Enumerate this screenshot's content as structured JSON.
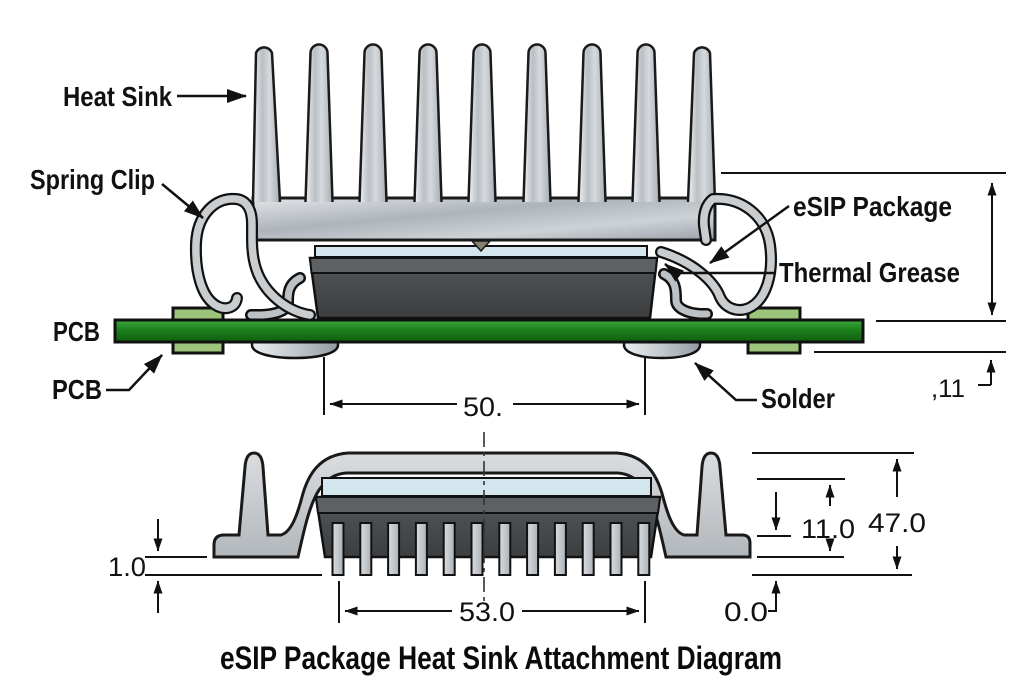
{
  "title": "eSIP Package Heat Sink Attachment Diagram",
  "top_view": {
    "labels": {
      "heat_sink": "Heat Sink",
      "spring_clip": "Spring Clip",
      "esip_package": "eSIP Package",
      "thermal_grease": "Thermal Grease",
      "pcb_board": "PCB",
      "pcb_pad": "PCB",
      "solder": "Solder"
    },
    "dimensions": {
      "package_width": "50.",
      "board_offset": ",11"
    }
  },
  "cross_section": {
    "dimensions": {
      "clip_standoff": "1.0",
      "lead_span": "53.0",
      "body_height": "11.0",
      "overall_height": "47.0",
      "datum": "0.0"
    }
  },
  "colors": {
    "pcb_green": "#1d7f1d",
    "pad_green": "#9cc47a",
    "metal_silver": "#c3c8cc",
    "package_gray": "#47494b",
    "grease_blue": "#d3e5ed",
    "line_black": "#111111",
    "background": "#ffffff"
  }
}
